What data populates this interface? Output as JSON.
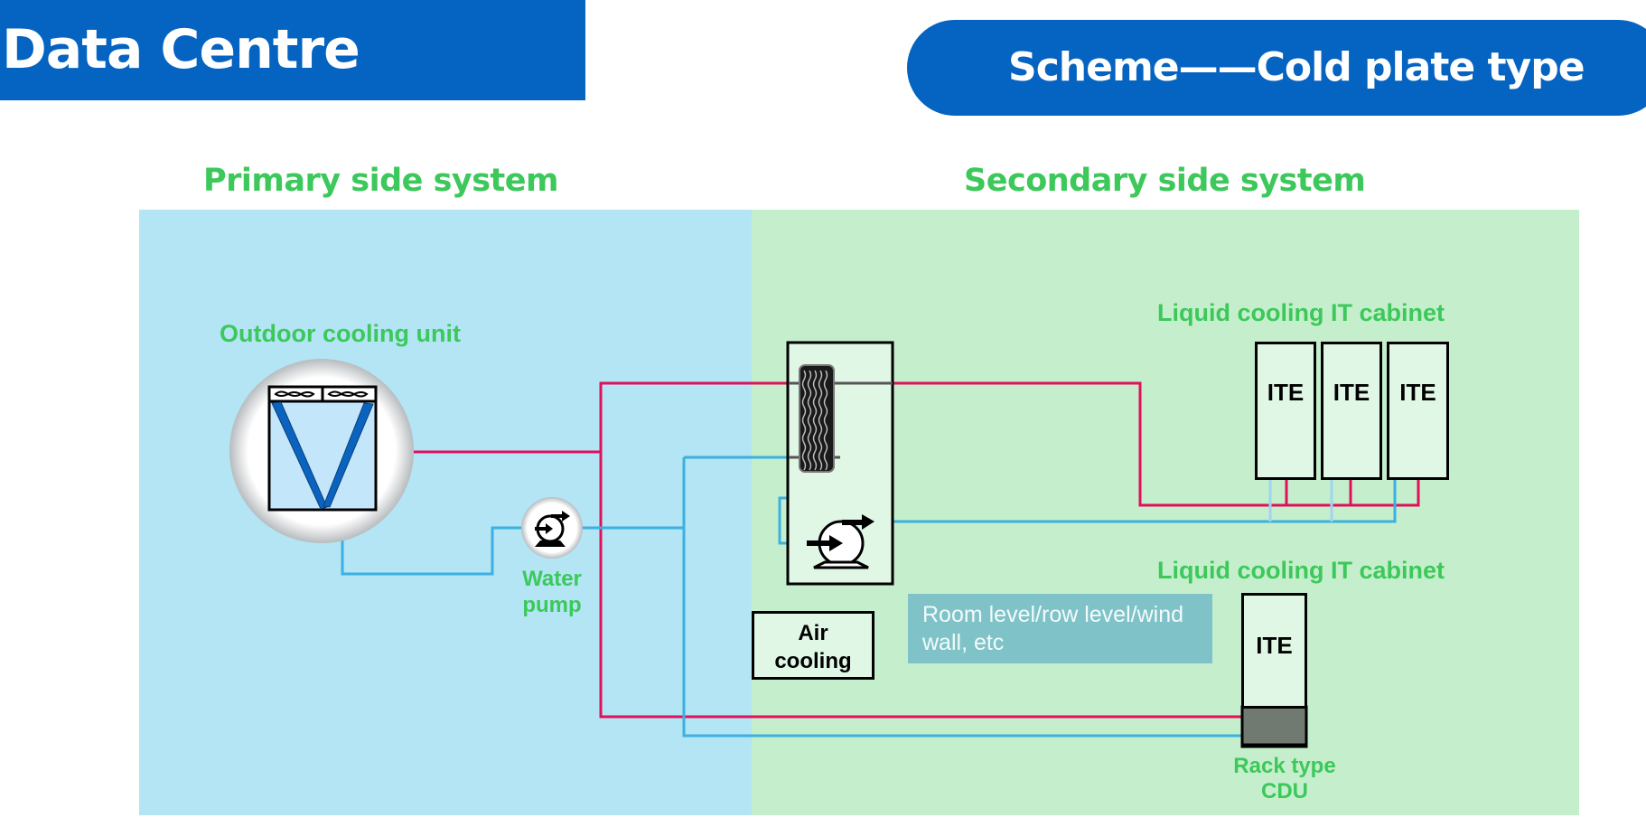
{
  "header": {
    "title": "Data Centre Scheme",
    "subtitle": "Scheme——Cold plate type"
  },
  "sections": {
    "primary": {
      "title": "Primary side system"
    },
    "secondary": {
      "title": "Secondary side system"
    }
  },
  "components": {
    "outdoor_unit": {
      "label": "Outdoor cooling unit",
      "icon": "dry-cooler-icon"
    },
    "water_pump": {
      "label_line1": "Water",
      "label_line2": "pump",
      "icon": "pump-icon"
    },
    "cdu": {
      "heat_exchanger_icon": "plate-heat-exchanger-icon",
      "pump_icon": "pump-icon"
    },
    "cabinet_group_1": {
      "label": "Liquid cooling IT cabinet",
      "items": [
        "ITE",
        "ITE",
        "ITE"
      ]
    },
    "cabinet_group_2": {
      "label": "Liquid cooling IT cabinet",
      "item": "ITE",
      "cdu_label_line1": "Rack type",
      "cdu_label_line2": "CDU"
    },
    "air_cooling": {
      "line1": "Air",
      "line2": "cooling"
    },
    "note": {
      "line1": "Room level/row level/wind",
      "line2": "wall, etc"
    }
  },
  "colors": {
    "brand_blue": "#0563c1",
    "label_green": "#3cc85a",
    "primary_panel": "#b3e5f5",
    "secondary_panel": "#c5efcc",
    "hot_pipe": "#e0105a",
    "cold_pipe": "#3cb0e0",
    "cold_pipe_light": "#a0d4f0"
  }
}
